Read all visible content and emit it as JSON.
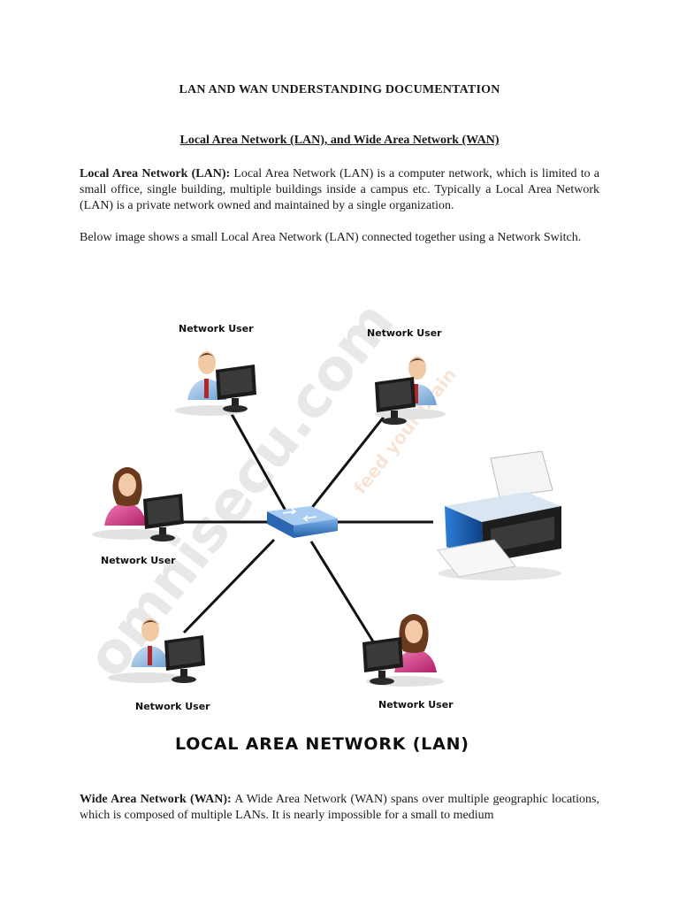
{
  "document": {
    "title": "LAN AND WAN UNDERSTANDING DOCUMENTATION",
    "section_heading": "Local Area Network (LAN), and Wide Area Network (WAN)",
    "lan_term": "Local Area Network (LAN):",
    "lan_definition": " Local Area Network (LAN) is a computer network, which is limited to a small office, single building, multiple buildings inside a campus etc. Typically a Local Area Network (LAN) is a private network owned and maintained by a single organization.",
    "image_intro": "Below image shows a small Local Area Network (LAN) connected together using a Network Switch.",
    "wan_term": "Wide Area Network (WAN):",
    "wan_definition": " A Wide Area Network (WAN) spans over multiple geographic locations, which is composed of multiple LANs. It is nearly impossible for a small to medium"
  },
  "diagram": {
    "node_labels": {
      "top_left": "Network User",
      "top_right": "Network User",
      "middle_left": "Network User",
      "bottom_left": "Network User",
      "bottom_right": "Network User"
    },
    "caption": "LOCAL AREA NETWORK (LAN)",
    "watermark": "omnisecu.com  feed your brain",
    "icons": [
      "user-computer-icon",
      "network-switch-icon",
      "printer-icon"
    ]
  }
}
